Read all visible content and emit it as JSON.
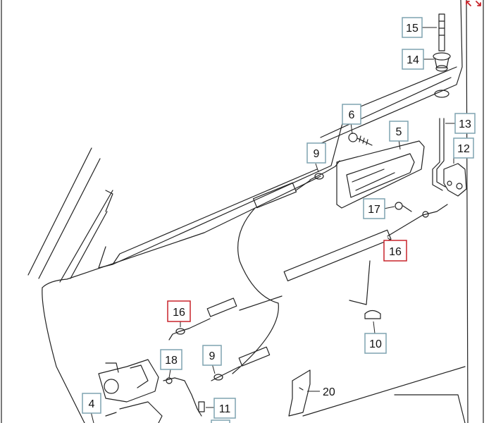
{
  "diagram": {
    "colors": {
      "line": "#222222",
      "box_border": "#7fa3b0",
      "box_highlight": "#c8242b",
      "box_fill": "#ffffff",
      "text": "#111111"
    },
    "expand_icon": "expand-arrows-icon",
    "labels": [
      {
        "id": "15",
        "text": "15",
        "highlighted": false
      },
      {
        "id": "14",
        "text": "14",
        "highlighted": false
      },
      {
        "id": "13",
        "text": "13",
        "highlighted": false
      },
      {
        "id": "12",
        "text": "12",
        "highlighted": false
      },
      {
        "id": "6",
        "text": "6",
        "highlighted": false
      },
      {
        "id": "5",
        "text": "5",
        "highlighted": false
      },
      {
        "id": "9a",
        "text": "9",
        "highlighted": false
      },
      {
        "id": "17",
        "text": "17",
        "highlighted": false
      },
      {
        "id": "16a",
        "text": "16",
        "highlighted": true
      },
      {
        "id": "16b",
        "text": "16",
        "highlighted": true
      },
      {
        "id": "10",
        "text": "10",
        "highlighted": false
      },
      {
        "id": "18",
        "text": "18",
        "highlighted": false
      },
      {
        "id": "9b",
        "text": "9",
        "highlighted": false
      },
      {
        "id": "4",
        "text": "4",
        "highlighted": false
      },
      {
        "id": "11",
        "text": "11",
        "highlighted": false
      },
      {
        "id": "20",
        "text": "20",
        "highlighted": false
      }
    ]
  }
}
